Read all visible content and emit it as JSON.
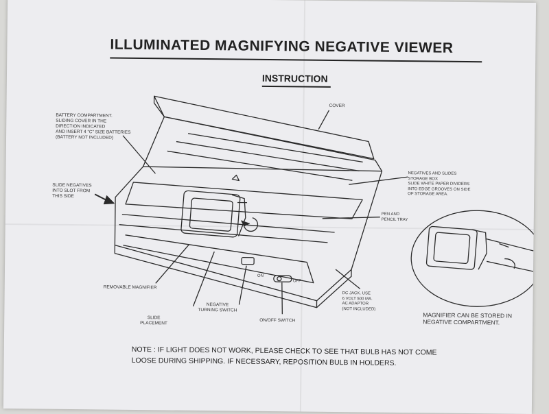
{
  "title": "ILLUMINATED MAGNIFYING NEGATIVE VIEWER",
  "subtitle": "INSTRUCTION",
  "labels": {
    "cover": "COVER",
    "battery": "BATTERY COMPARTMENT.\nSLIDING COVER IN THE\nDIRECTION INDICATED\nAND INSERT 4 \"C\" SIZE BATTERIES\n(BATTERY NOT INCLUDED)",
    "slide_negatives": "SLIDE NEGATIVES\nINTO SLOT FROM\nTHIS SIDE",
    "storage": "NEGATIVES AND SLIDES\nSTORAGE BOX\nSLIDE WHITE PAPER DIVIDERS\nINTO EDGE GROOVES ON SIDE\nOF STORAGE AREA.",
    "pen_tray": "PEN AND\nPENCIL TRAY",
    "removable_magnifier": "REMOVABLE MAGNIFIER",
    "negative_turning_switch": "NEGATIVE\nTURNING SWITCH",
    "slide_placement": "SLIDE\nPLACEMENT",
    "on_off_switch": "ON/OFF SWITCH",
    "switch_on": "ON",
    "switch_off": "OFF",
    "dc_jack": "DC JACK. USE\n6 VOLT 500 MA.\nAC ADAPTOR\n(NOT INCLUDED)",
    "magnifier_stored": "MAGNIFIER CAN BE STORED IN\nNEGATIVE COMPARTMENT."
  },
  "note": "NOTE :  IF LIGHT    DOES NOT WORK, PLEASE CHECK TO SEE THAT BULB HAS NOT COME\n          LOOSE DURING SHIPPING. IF NECESSARY, REPOSITION BULB IN HOLDERS."
}
